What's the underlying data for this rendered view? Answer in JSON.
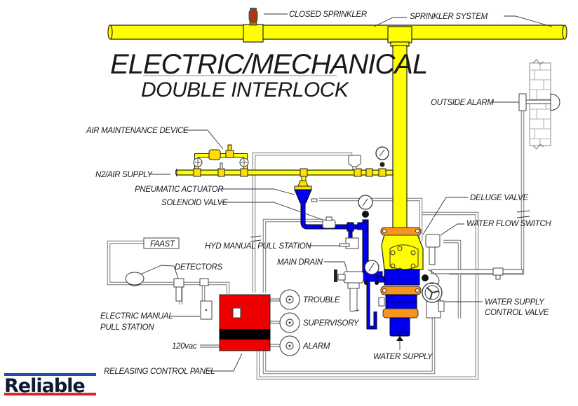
{
  "title": {
    "line1": "ELECTRIC/MECHANICAL",
    "line2": "DOUBLE INTERLOCK"
  },
  "labels": {
    "closed_sprinkler": "CLOSED SPRINKLER",
    "sprinkler_system": "SPRINKLER SYSTEM",
    "outside_alarm": "OUTSIDE ALARM",
    "air_maintenance_device": "AIR MAINTENANCE DEVICE",
    "n2_air_supply": "N2/AIR SUPPLY",
    "pneumatic_actuator": "PNEUMATIC ACTUATOR",
    "solenoid_valve": "SOLENOID VALVE",
    "deluge_valve": "DELUGE VALVE",
    "water_flow_switch": "WATER FLOW SWITCH",
    "faast": "FAAST",
    "hyd_manual_pull_station": "HYD MANUAL PULL STATION",
    "detectors": "DETECTORS",
    "main_drain": "MAIN DRAIN",
    "electric_manual_pull_station_1": "ELECTRIC MANUAL",
    "electric_manual_pull_station_2": "PULL STATION",
    "trouble": "TROUBLE",
    "supervisory": "SUPERVISORY",
    "alarm": "ALARM",
    "water_supply_control_valve_1": "WATER SUPPLY",
    "water_supply_control_valve_2": "CONTROL VALVE",
    "v120vac": "120vac",
    "water_supply": "WATER SUPPLY",
    "releasing_control_panel": "RELEASING CONTROL PANEL"
  },
  "logo": {
    "text": "Reliable"
  },
  "colors": {
    "sprinkler_pipe": "#ffff00",
    "water_pipe": "#0000ee",
    "valve_flange": "#f7941d",
    "control_panel": "#ee0000",
    "logo_blue": "#1e4fa0",
    "logo_red": "#d9262b"
  }
}
